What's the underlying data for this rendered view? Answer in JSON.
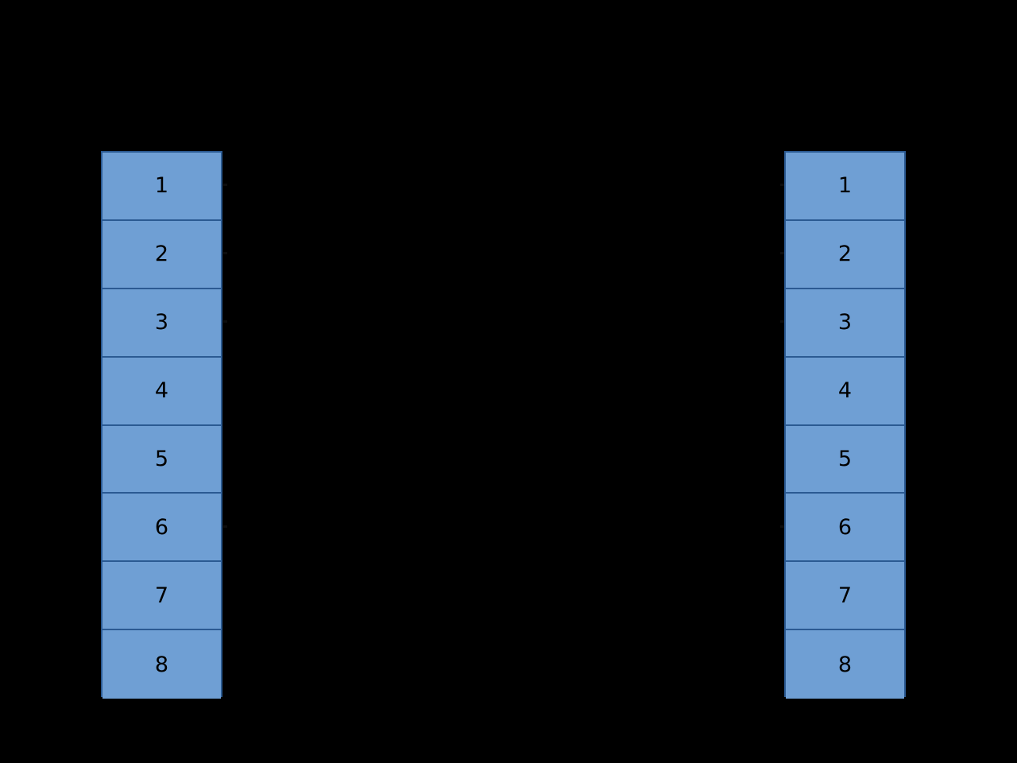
{
  "figure": {
    "background_color": "#000000",
    "cell_fill_color": "#6f9fd4",
    "cell_border_color": "#2b5a92",
    "label_color": "#000000",
    "tick_color": "#0d0d0d"
  },
  "chart_data": {
    "type": "table",
    "title": "",
    "subtitle": "",
    "xlabel": "",
    "ylabel": "",
    "legend": [],
    "annotations": [],
    "grid": false,
    "columns": [
      {
        "name": "left-column",
        "cells": [
          "1",
          "2",
          "3",
          "4",
          "5",
          "6",
          "7",
          "8"
        ]
      },
      {
        "name": "right-column",
        "cells": [
          "1",
          "2",
          "3",
          "4",
          "5",
          "6",
          "7",
          "8"
        ]
      }
    ]
  },
  "left_column": {
    "cells": [
      {
        "label": "1"
      },
      {
        "label": "2"
      },
      {
        "label": "3"
      },
      {
        "label": "4"
      },
      {
        "label": "5"
      },
      {
        "label": "6"
      },
      {
        "label": "7"
      },
      {
        "label": "8"
      }
    ]
  },
  "right_column": {
    "cells": [
      {
        "label": "1"
      },
      {
        "label": "2"
      },
      {
        "label": "3"
      },
      {
        "label": "4"
      },
      {
        "label": "5"
      },
      {
        "label": "6"
      },
      {
        "label": "7"
      },
      {
        "label": "8"
      }
    ]
  }
}
